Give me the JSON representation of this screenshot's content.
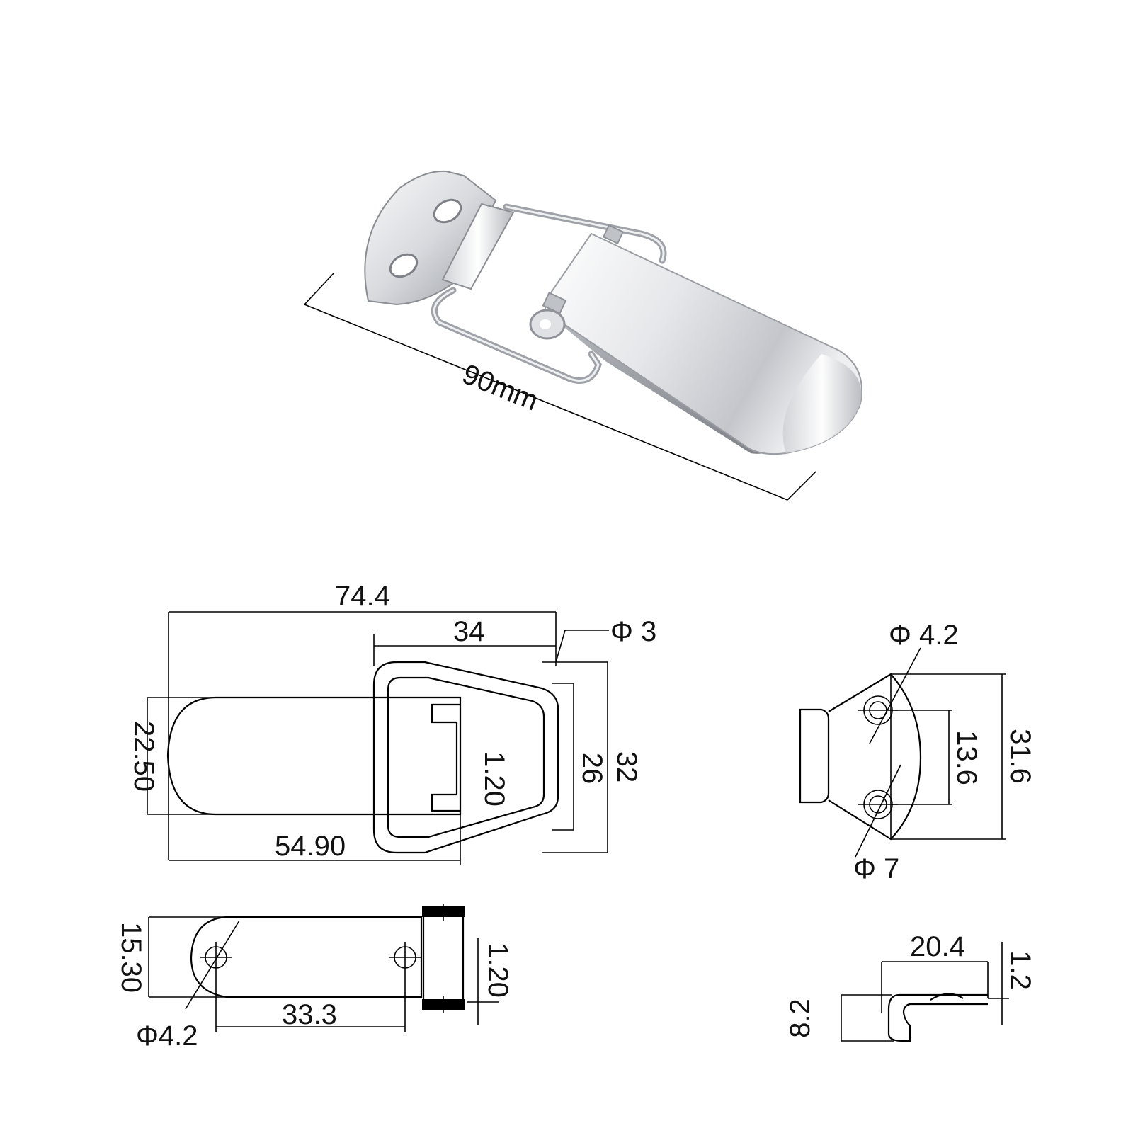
{
  "product_view": {
    "length_label": "90mm"
  },
  "top_view": {
    "overall_length": "74.4",
    "wire_span": "34",
    "wire_diameter": "Φ 3",
    "body_width": "22.50",
    "wire_width": "32",
    "inner_width": "26",
    "thickness": "1.20",
    "body_length": "54.90"
  },
  "base_view": {
    "width": "15.30",
    "hole_spacing": "33.3",
    "thickness": "1.20",
    "hole_diameter": "Φ4.2"
  },
  "catch_view": {
    "hole_diameter": "Φ 4.2",
    "hole_spacing": "13.6",
    "height": "31.6",
    "eye_diameter": "Φ 7"
  },
  "catch_side_view": {
    "length": "20.4",
    "thickness": "1.2",
    "height": "8.2"
  },
  "colors": {
    "line": "#000000",
    "metal_light": "#f4f4f6",
    "metal_mid": "#c9cbd0",
    "metal_dark": "#8d9096"
  }
}
